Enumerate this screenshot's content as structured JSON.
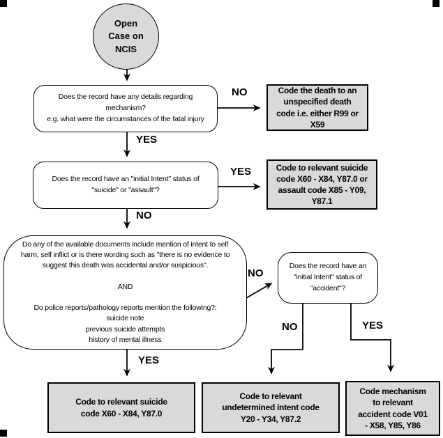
{
  "nodes": {
    "start": "Open\nCase on\nNCIS",
    "q_mechanism": "Does the record have any details regarding mechanism?\ne.g. what were the circumstances of the fatal injury",
    "r_unspecified": "Code the death to an\nunspecified death\ncode i.e. either R99 or\nX59",
    "q_initial_intent": "Does the record have an \"initial Intent\" status of\n\"suicide\" or \"assault\"?",
    "r_suicide_assault": "Code to relevant suicide\ncode X60 - X84, Y87.0 or\nassault code X85 - Y09,\nY87.1",
    "q_documents": "Do any of the available documents include mention of intent to self\nharm, self inflict or is there wording such as \"there is no evidence to\nsuggest this death was accidental and/or suspicious\".\n\nAND\n\nDo police reports/pathology reports mention the following?:\nsuicide note\nprevious suicide attempts\nhistory of mental illness",
    "q_accident": "Does the record have an\n\"initial Intent\" status of\n\"accident\"?",
    "r_suicide": "Code to relevant suicide\ncode X60 - X84, Y87.0",
    "r_undetermined": "Code to relevant\nundetermined intent code\nY20 - Y34, Y87.2",
    "r_accident": "Code mechanism\nto relevant\naccident code V01\n- X58, Y85, Y86"
  },
  "edge_labels": {
    "mechanism_no": "NO",
    "mechanism_yes": "YES",
    "intent_yes": "YES",
    "intent_no": "NO",
    "documents_no": "NO",
    "documents_yes": "YES",
    "accident_no": "NO",
    "accident_yes": "YES"
  },
  "colors": {
    "node_fill": "#d9d9d9",
    "line": "#000000",
    "background": "#ffffff"
  }
}
